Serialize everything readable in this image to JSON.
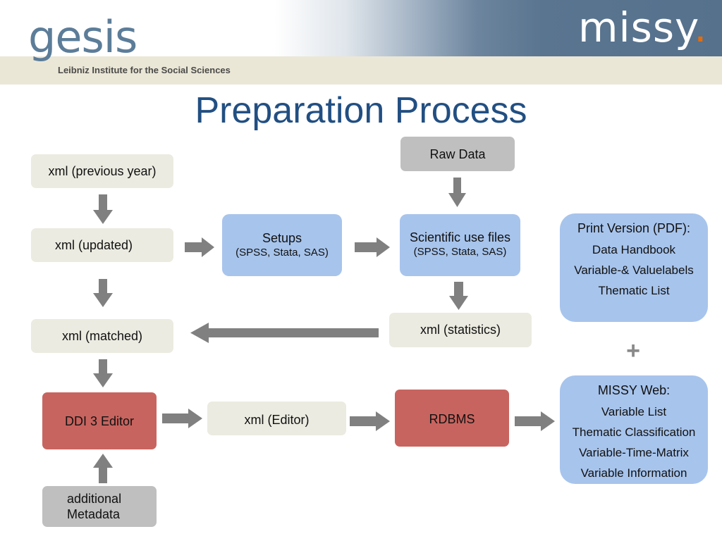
{
  "header": {
    "logo_left": "gesis",
    "logo_left_subtitle": "Leibniz Institute for the Social Sciences",
    "logo_right": "missy",
    "logo_right_dot": "."
  },
  "title": "Preparation Process",
  "nodes": {
    "raw_data": "Raw Data",
    "xml_previous_year": "xml (previous year)",
    "xml_updated": "xml (updated)",
    "setups": {
      "title": "Setups",
      "sub": "(SPSS, Stata, SAS)"
    },
    "scientific_use_files": {
      "title": "Scientific use files",
      "sub": "(SPSS, Stata, SAS)"
    },
    "xml_statistics": "xml (statistics)",
    "xml_matched": "xml (matched)",
    "ddi3_editor": "DDI 3 Editor",
    "xml_editor": "xml (Editor)",
    "rdbms": "RDBMS",
    "additional_metadata": {
      "line1": "additional",
      "line2": "Metadata"
    },
    "print_version": {
      "title": "Print Version (PDF):",
      "items": [
        "Data Handbook",
        "Variable-& Valuelabels",
        "Thematic List"
      ]
    },
    "missy_web": {
      "title": "MISSY Web:",
      "items": [
        "Variable List",
        "Thematic Classification",
        "Variable-Time-Matrix",
        "Variable Information"
      ]
    }
  },
  "plus_sign": "+",
  "colors": {
    "title": "#224f82",
    "beige_box": "#ecebe1",
    "grey_box": "#bfbfbf",
    "blue_box": "#a7c4ec",
    "red_box": "#c8645f",
    "arrow": "#808080",
    "missy_dot": "#e46c0a"
  }
}
